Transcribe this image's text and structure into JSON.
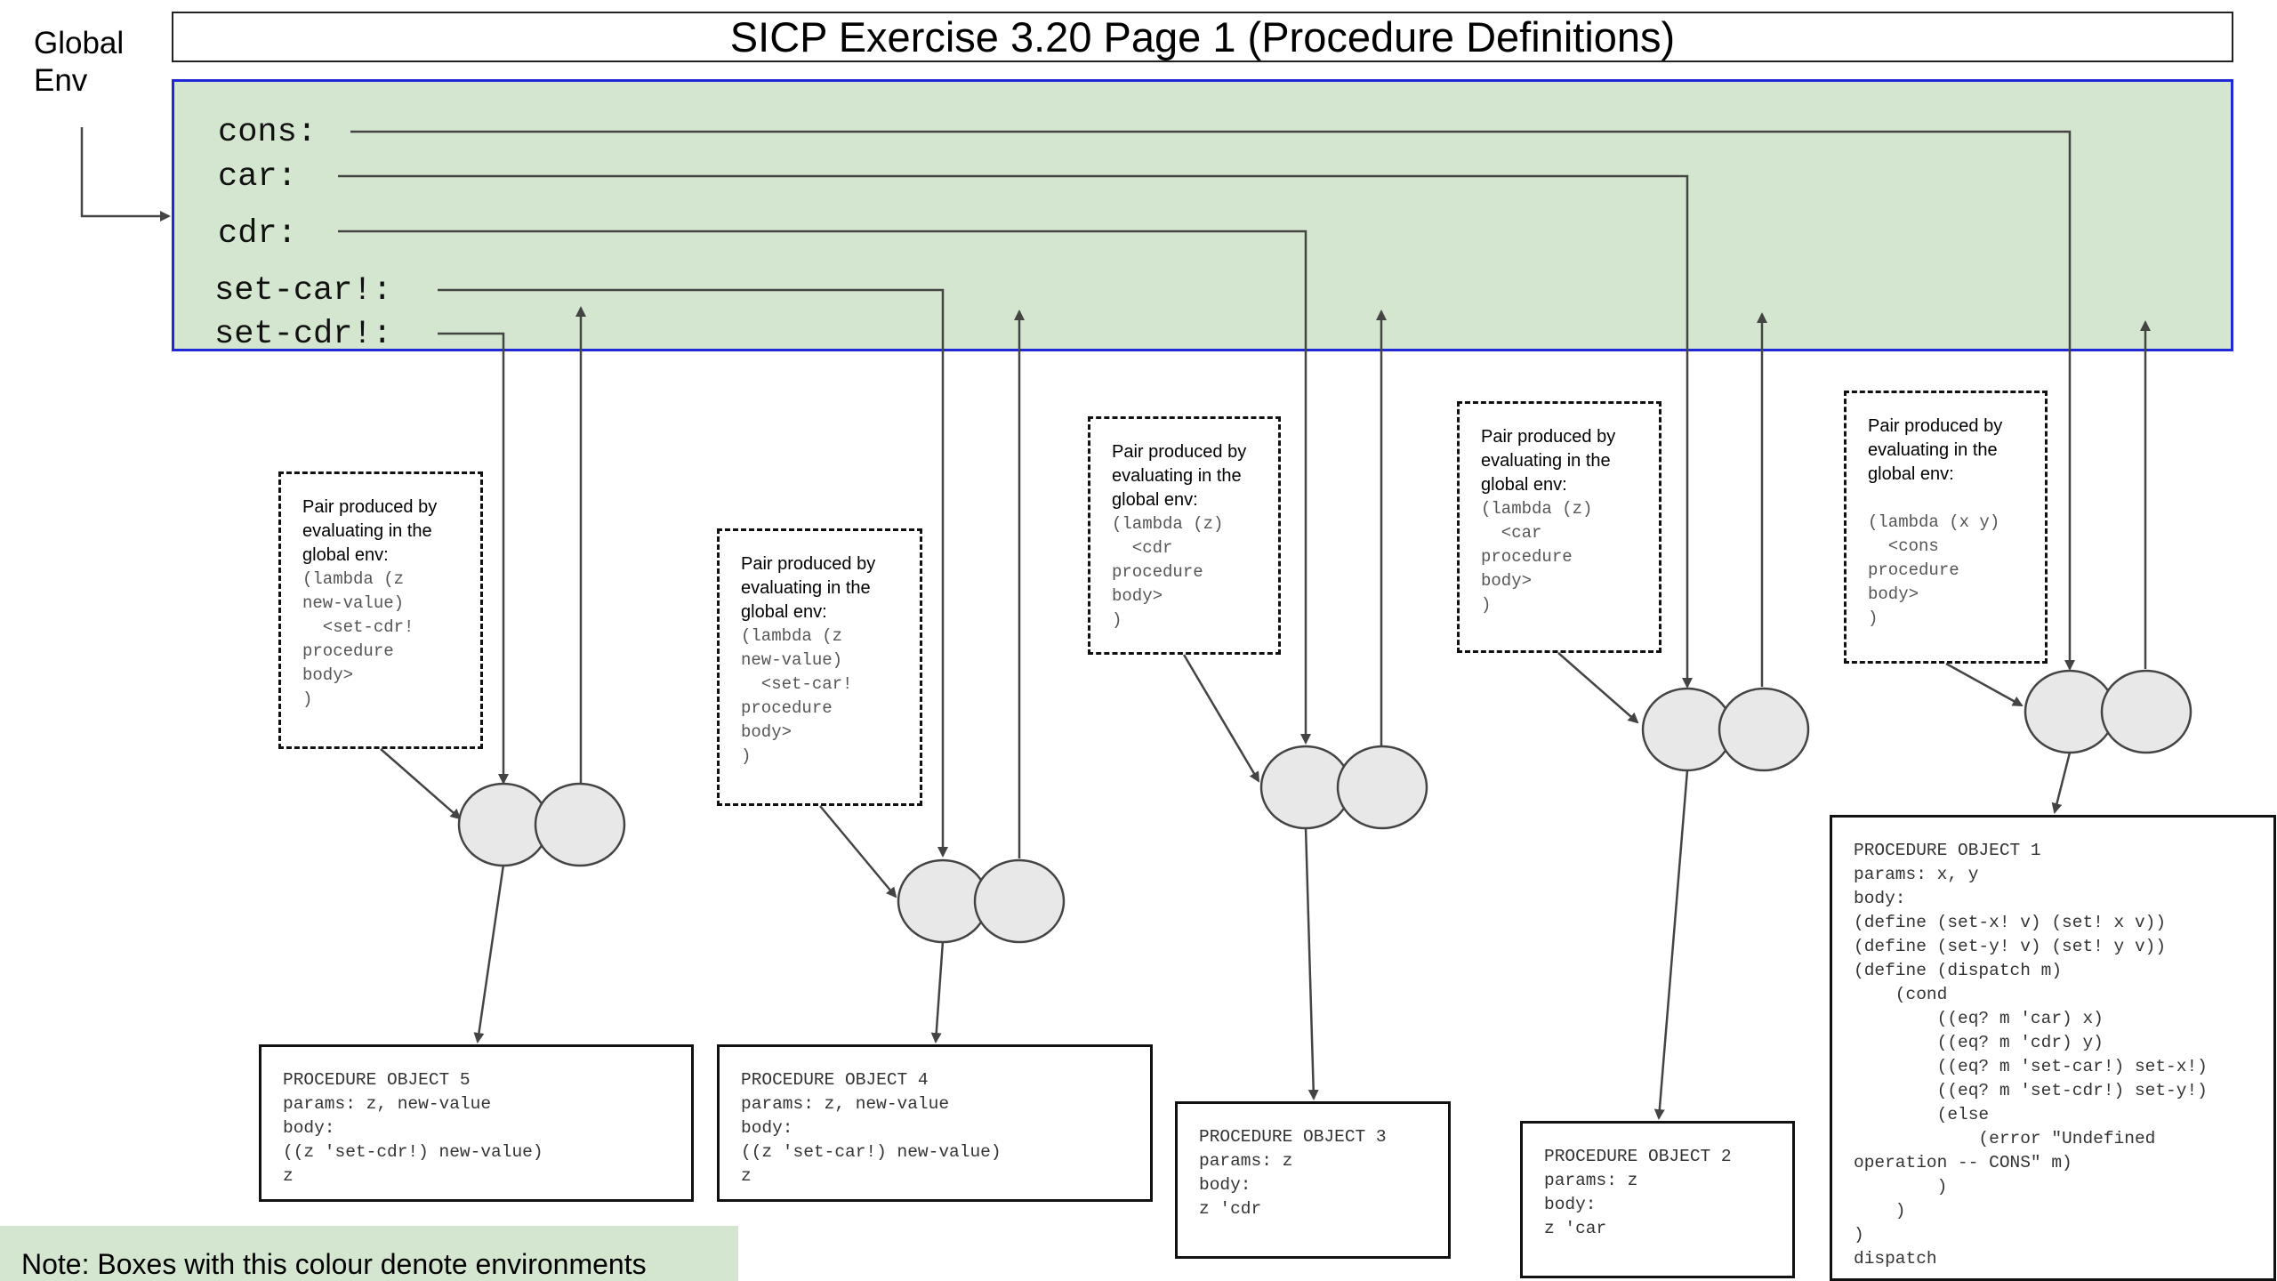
{
  "title": "SICP Exercise 3.20 Page 1 (Procedure Definitions)",
  "global_env_label": "Global\nEnv",
  "env_color": "#d4e6cf",
  "env_border_color": "#1f2ad6",
  "pair_fill_color": "#e8e8e8",
  "bindings": [
    "cons:",
    "car:",
    "cdr:",
    "set-car!:",
    "set-cdr!:"
  ],
  "pair_notes": [
    {
      "heading": "Pair produced by\nevaluating in the\nglobal env:",
      "code": "(lambda (z\nnew-value)\n  <set-cdr!\nprocedure\nbody>\n)"
    },
    {
      "heading": "Pair produced by\nevaluating in the\nglobal env:",
      "code": "(lambda (z\nnew-value)\n  <set-car!\nprocedure\nbody>\n)"
    },
    {
      "heading": "Pair produced by\nevaluating in the\nglobal env:",
      "code": "(lambda (z)\n  <cdr\nprocedure\nbody>\n)"
    },
    {
      "heading": "Pair produced by\nevaluating in the\nglobal env:",
      "code": "(lambda (z)\n  <car\nprocedure\nbody>\n)"
    },
    {
      "heading": "Pair produced by\nevaluating in the\nglobal env:",
      "code": "\n(lambda (x y)\n  <cons\nprocedure\nbody>\n)"
    }
  ],
  "procedure_objects": [
    {
      "text": "PROCEDURE OBJECT 5\nparams: z, new-value\nbody:\n((z 'set-cdr!) new-value)\nz"
    },
    {
      "text": "PROCEDURE OBJECT 4\nparams: z, new-value\nbody:\n((z 'set-car!) new-value)\nz"
    },
    {
      "text": "PROCEDURE OBJECT 3\nparams: z\nbody:\nz 'cdr"
    },
    {
      "text": "PROCEDURE OBJECT 2\nparams: z\nbody:\nz 'car"
    },
    {
      "text": "PROCEDURE OBJECT 1\nparams: x, y\nbody:\n(define (set-x! v) (set! x v))\n(define (set-y! v) (set! y v))\n(define (dispatch m)\n    (cond\n        ((eq? m 'car) x)\n        ((eq? m 'cdr) y)\n        ((eq? m 'set-car!) set-x!)\n        ((eq? m 'set-cdr!) set-y!)\n        (else\n            (error \"Undefined\noperation -- CONS\" m)\n        )\n    )\n)\ndispatch"
    }
  ],
  "legend": "Note: Boxes with this colour denote environments"
}
